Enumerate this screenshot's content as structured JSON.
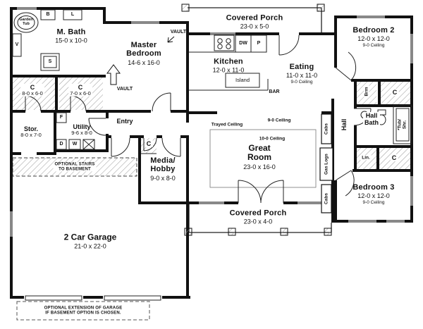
{
  "plan": {
    "rooms": {
      "m_bath": {
        "name": "M. Bath",
        "dims": "15-0 x 10-0"
      },
      "master_bedroom": {
        "name": "Master\nBedroom",
        "dims": "14-6 x 16-0"
      },
      "covered_porch_top": {
        "name": "Covered Porch",
        "dims": "23-0 x 5-0"
      },
      "bedroom_2": {
        "name": "Bedroom 2",
        "dims": "12-0 x 12-0",
        "ceiling": "9-0 Ceiling"
      },
      "kitchen": {
        "name": "Kitchen",
        "dims": "12-0 x 11-0"
      },
      "eating": {
        "name": "Eating",
        "dims": "11-0 x 11-0",
        "ceiling": "9-0 Ceiling"
      },
      "closet_master_1": {
        "name": "C",
        "dims": "8-0 x 6-0"
      },
      "closet_master_2": {
        "name": "C",
        "dims": "7-0 x 6-0"
      },
      "storage": {
        "name": "Stor.",
        "dims": "8-0 x 7-0"
      },
      "utility": {
        "name": "Utility",
        "dims": "9-6 x 8-0"
      },
      "entry": {
        "name": "Entry"
      },
      "media_hobby": {
        "name": "Media/\nHobby",
        "dims": "9-0 x 8-0"
      },
      "great_room": {
        "name": "Great\nRoom",
        "dims": "23-0 x 16-0"
      },
      "hall": {
        "name": "Hall"
      },
      "hall_bath": {
        "name": "Hall\nBath"
      },
      "bedroom_3": {
        "name": "Bedroom 3",
        "dims": "12-0 x 12-0",
        "ceiling": "9-0 Ceiling"
      },
      "garage": {
        "name": "2 Car Garage",
        "dims": "21-0 x 22-0"
      },
      "covered_porch_bottom": {
        "name": "Covered Porch",
        "dims": "23-0 x 4-0"
      }
    },
    "annotations": {
      "vault": "VAULT",
      "island": "Island",
      "bar": "BAR",
      "dw": "DW",
      "pantry": "P",
      "garden_tub": "Garden\nTub",
      "b": "B",
      "l": "L",
      "s": "S",
      "v": "V",
      "f": "F",
      "d": "D",
      "w": "W",
      "c": "C",
      "brm": "Brm",
      "lin": "Lin.",
      "tub_shr": "*Tub/ Shr.",
      "cabs": "Cabs",
      "gas_logs": "Gas Logs",
      "trayed_ceiling": "Trayed Ceiling",
      "ceiling_9": "9-0 Ceiling",
      "ceiling_10": "10-0 Ceiling",
      "stairs_note": "OPTIONAL STAIRS\nTO BASEMENT",
      "extension_note": "OPTIONAL EXTENSION OF GARAGE\nIF BASEMENT OPTION IS CHOSEN."
    },
    "colors": {
      "wall": "#111111",
      "line": "#222222",
      "bg": "#ffffff"
    }
  }
}
